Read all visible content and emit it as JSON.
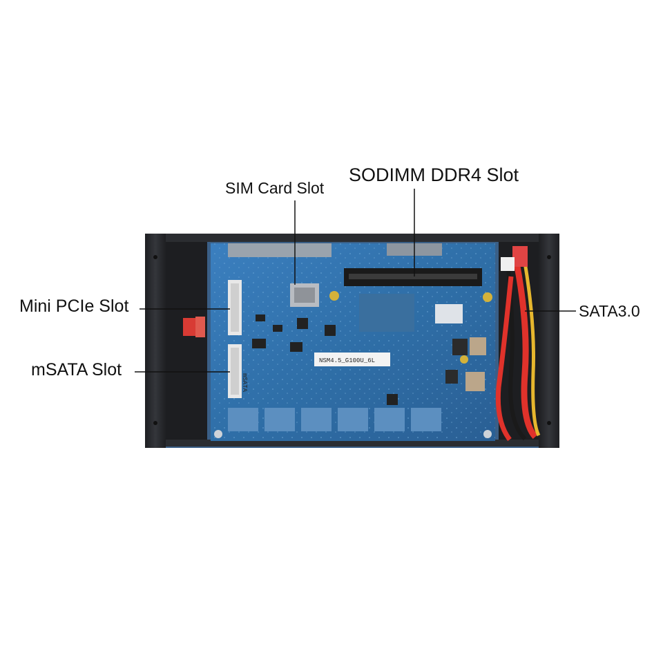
{
  "callouts": {
    "sodimm": "SODIMM DDR4 Slot",
    "sim": "SIM Card Slot",
    "mini_pcie": "Mini PCIe Slot",
    "msata": "mSATA Slot",
    "sata": "SATA3.0"
  },
  "board": {
    "model_sticker": "NSM4.5_G100U_6L",
    "slot_marking": "mSATA"
  },
  "colors": {
    "pcb": "#2f6fa8",
    "chassis": "#2a2c30",
    "sata_cable": "#e0322b",
    "sata_clip": "#e04444",
    "text": "#111111"
  }
}
